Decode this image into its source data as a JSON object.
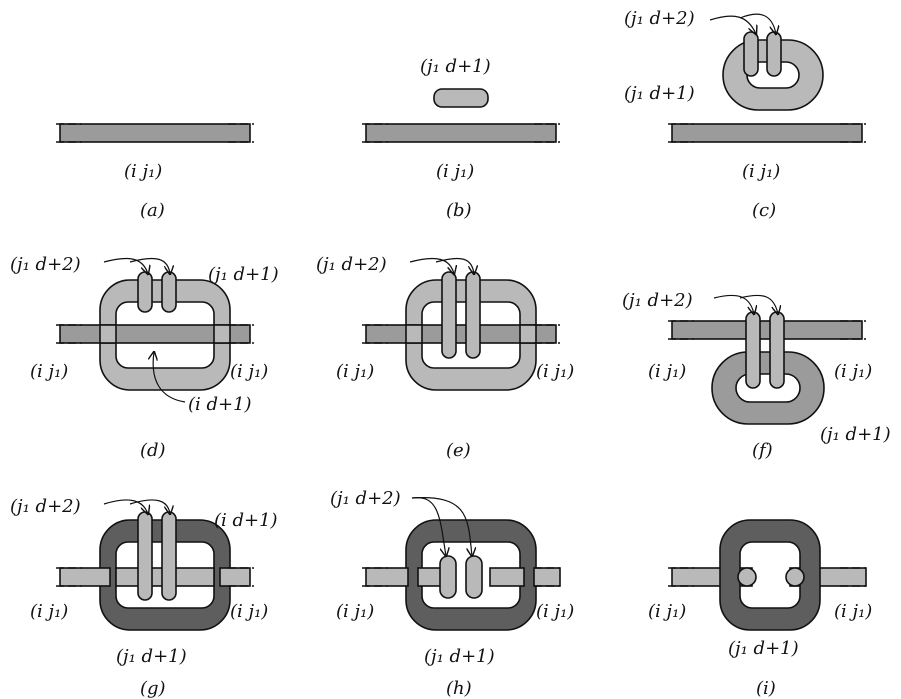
{
  "labels": {
    "ij1": "(i j₁)",
    "j1d1": "(j₁ d+1)",
    "j1d2": "(j₁ d+2)",
    "id1": "(i d+1)"
  },
  "panels": [
    {
      "id": "a",
      "caption": "(a)"
    },
    {
      "id": "b",
      "caption": "(b)"
    },
    {
      "id": "c",
      "caption": "(c)"
    },
    {
      "id": "d",
      "caption": "(d)"
    },
    {
      "id": "e",
      "caption": "(e)"
    },
    {
      "id": "f",
      "caption": "(f)"
    },
    {
      "id": "g",
      "caption": "(g)"
    },
    {
      "id": "h",
      "caption": "(h)"
    },
    {
      "id": "i",
      "caption": "(i)"
    }
  ],
  "colors": {
    "band_medium": "#9b9b9b",
    "band_light": "#b9b9b9",
    "band_dark": "#5e5e5e",
    "outline": "#111111"
  }
}
